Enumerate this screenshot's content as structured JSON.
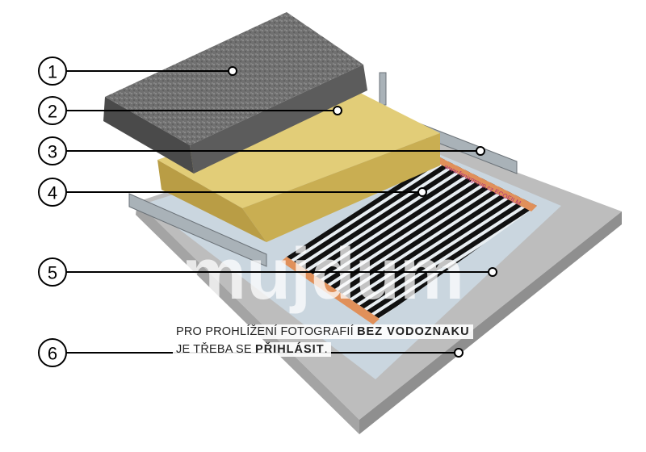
{
  "callouts": [
    {
      "number": "1"
    },
    {
      "number": "2"
    },
    {
      "number": "3"
    },
    {
      "number": "4"
    },
    {
      "number": "5"
    },
    {
      "number": "6"
    }
  ],
  "film_print": "www.fenixgroup.cz ECOFILM",
  "watermark": {
    "logo": "mujdum",
    "line1_regular": "PRO PROHLÍŽENÍ FOTOGRAFIÍ ",
    "line1_bold": "BEZ VODOZNAKU",
    "line2_regular": "JE TŘEBA SE ",
    "line2_bold": "PŘIHLÁSIT",
    "line2_end": "."
  },
  "colors": {
    "board": "#b9b9b9",
    "foil": "#c9d6df",
    "insulation": "#d9c36a",
    "concrete": "#6f6f6f",
    "film_stripe": "#111111",
    "film_edge": "#e0905a"
  }
}
